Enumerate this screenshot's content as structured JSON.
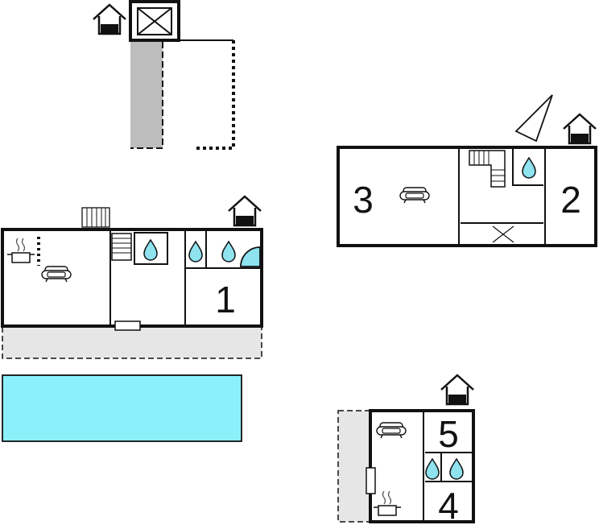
{
  "rooms": {
    "main_house": {
      "bedroom": "1"
    },
    "right_house": {
      "bedroom_a": "3",
      "bedroom_b": "2"
    },
    "small_house": {
      "bedroom_a": "5",
      "bedroom_b": "4"
    }
  },
  "colors": {
    "wall": "#111111",
    "water": "#8ee3ef",
    "pool": "#8cf0fb",
    "terrace": "#e6e6e6",
    "path": "#bdbdbd"
  },
  "icons": {
    "entrance": "house-entrance-icon",
    "bathroom": "water-drop-icon",
    "living": "sofa-icon",
    "kitchen": "cooking-pot-icon",
    "stairs": "stairs-icon",
    "direction": "north-arrow-icon",
    "radiator": "radiator-icon",
    "storage": "crossed-box-icon"
  }
}
